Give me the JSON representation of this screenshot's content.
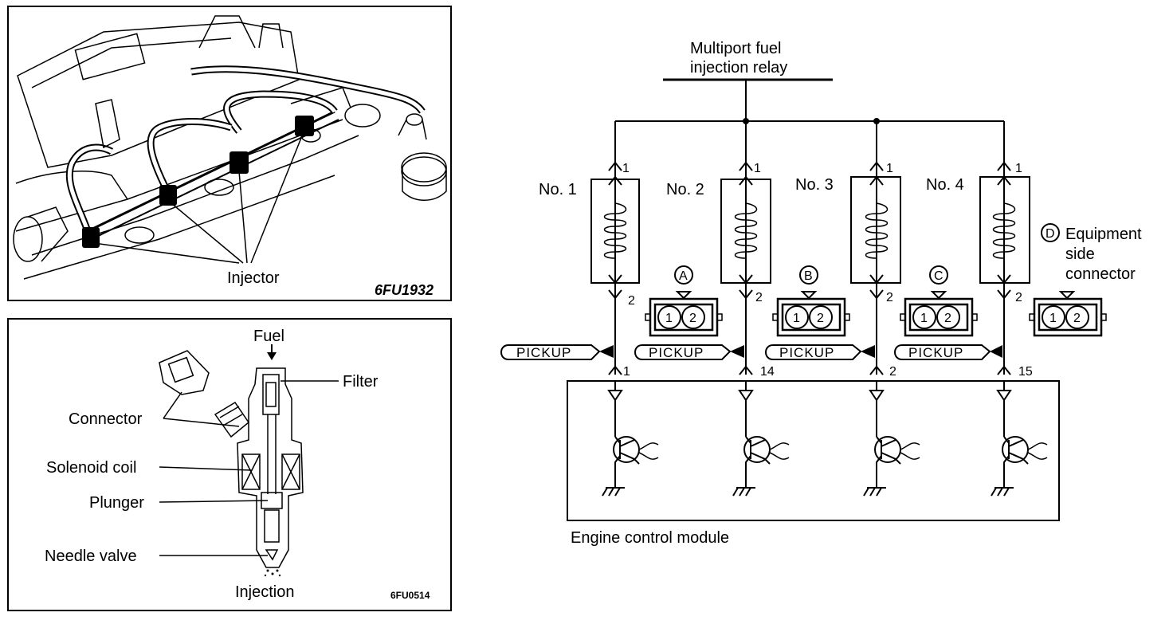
{
  "photo_panel": {
    "injector_label": "Injector",
    "figure_code": "6FU1932"
  },
  "cutaway_panel": {
    "fuel_label": "Fuel",
    "filter_label": "Filter",
    "connector_label": "Connector",
    "solenoid_label": "Solenoid coil",
    "plunger_label": "Plunger",
    "needle_label": "Needle valve",
    "injection_label": "Injection",
    "figure_code": "6FU0514"
  },
  "circuit": {
    "relay_label_line1": "Multiport fuel",
    "relay_label_line2": "injection relay",
    "ecm_label": "Engine control module",
    "equipment_label_letter": "D",
    "equipment_label_line1": "Equipment",
    "equipment_label_line2": "side",
    "equipment_label_line3": "connector",
    "pin_top": "1",
    "pin_bottom": "2",
    "conn_pin1": "1",
    "conn_pin2": "2",
    "injectors": [
      {
        "name": "No. 1",
        "ecm_pin": "1",
        "connector": "A",
        "pickup": "PICKUP"
      },
      {
        "name": "No. 2",
        "ecm_pin": "14",
        "connector": "B",
        "pickup": "PICKUP"
      },
      {
        "name": "No. 3",
        "ecm_pin": "2",
        "connector": "C",
        "pickup": "PICKUP"
      },
      {
        "name": "No. 4",
        "ecm_pin": "15",
        "pickup": "PICKUP"
      }
    ]
  }
}
